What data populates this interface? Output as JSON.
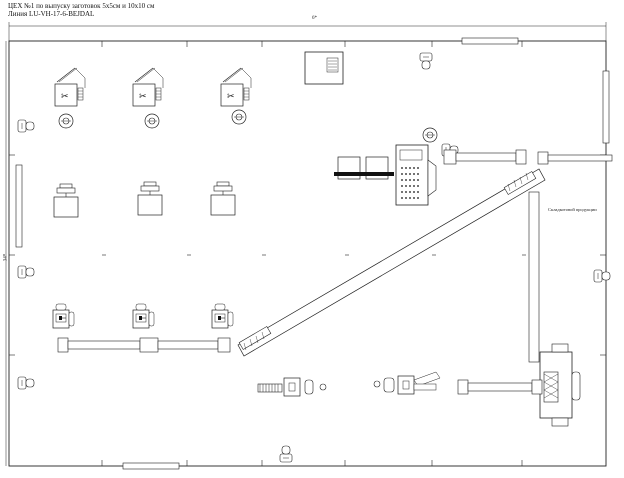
{
  "header": {
    "line1": "ЦЕХ №1 по выпуску заготовок 5х5см и 10х10 см",
    "line2": "Линия LU-VH-17-6-BEJDAL"
  },
  "dimensions": {
    "width_label": "6*",
    "height_label": "34*"
  },
  "annotation": {
    "product_label": "Складкотовой продукции"
  },
  "icons": {
    "cutter_symbol": "scissors-icon",
    "fan": "fan-icon"
  },
  "colors": {
    "line": "#222222",
    "conveyor_fill": "#ffffff",
    "dark": "#111111"
  }
}
